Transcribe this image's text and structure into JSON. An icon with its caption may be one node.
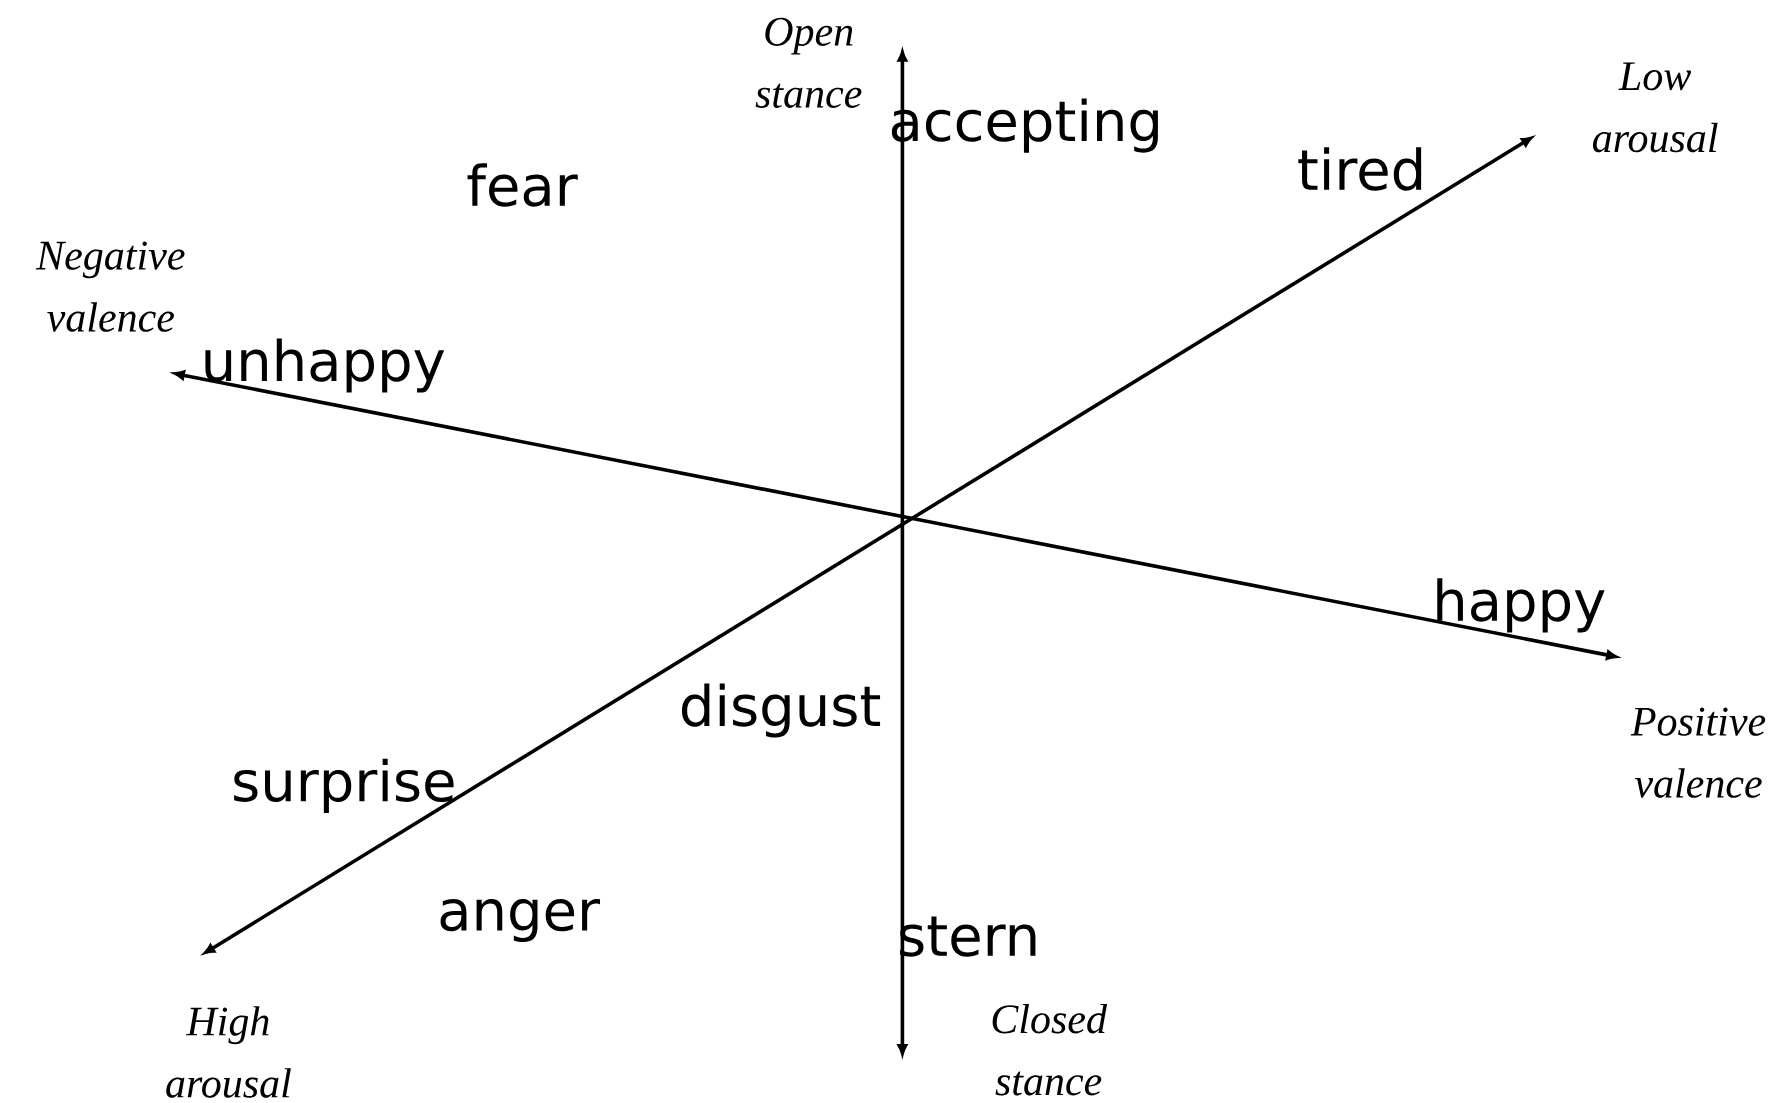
{
  "diagram": {
    "labels": [
      "Open stance",
      "accepting",
      "Low arousal",
      "fear",
      "tired",
      "Negative valence",
      "unhappy",
      "happy",
      "disgust",
      "Positive valence",
      "surprise",
      "anger",
      "stern",
      "High arousal",
      "Closed stance"
    ]
  }
}
